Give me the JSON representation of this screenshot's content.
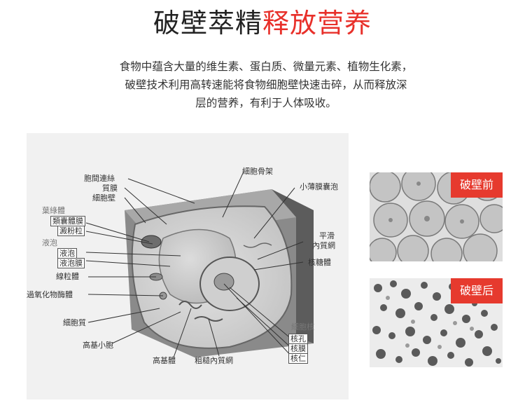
{
  "header": {
    "title_black": "破壁萃精",
    "title_red": "释放营养",
    "colors": {
      "accent": "#e8302a",
      "text": "#222222",
      "tag_bg": "#e63a2e"
    }
  },
  "description": {
    "line1": "食物中蕴含大量的维生素、蛋白质、微量元素、植物生化素，",
    "line2": "破壁技术利用高转速能将食物细胞壁快速击碎，从而释放深",
    "line3": "层的营养，有利于人体吸收。"
  },
  "cell_diagram": {
    "labels": {
      "plasmodesmata": "胞間連絲",
      "plasma_membrane": "質膜",
      "cell_wall": "細胞壁",
      "cytoskeleton": "細胞骨架",
      "small_vesicle": "小薄膜囊泡",
      "chloroplast_group": "葉綠體",
      "thylakoid": "類囊體膜",
      "starch_grain": "澱粉粒",
      "vacuole_group": "液泡",
      "cell_sap": "液泡",
      "tonoplast": "液泡膜",
      "smooth_er_1": "平滑",
      "smooth_er_2": "內質網",
      "ribosome": "核糖體",
      "mitochondrion": "線粒體",
      "peroxisome": "過氧化物酶體",
      "cytoplasm": "細胞質",
      "golgi_vesicle": "高基小胞",
      "golgi_body": "高基體",
      "rough_er": "粗糙內質網",
      "nucleus_group": "細胞核",
      "nuclear_pore": "核孔",
      "nuclear_envelope": "核膜",
      "nucleolus": "核仁"
    }
  },
  "photos": {
    "before": {
      "tag": "破壁前"
    },
    "after": {
      "tag": "破壁后"
    }
  }
}
